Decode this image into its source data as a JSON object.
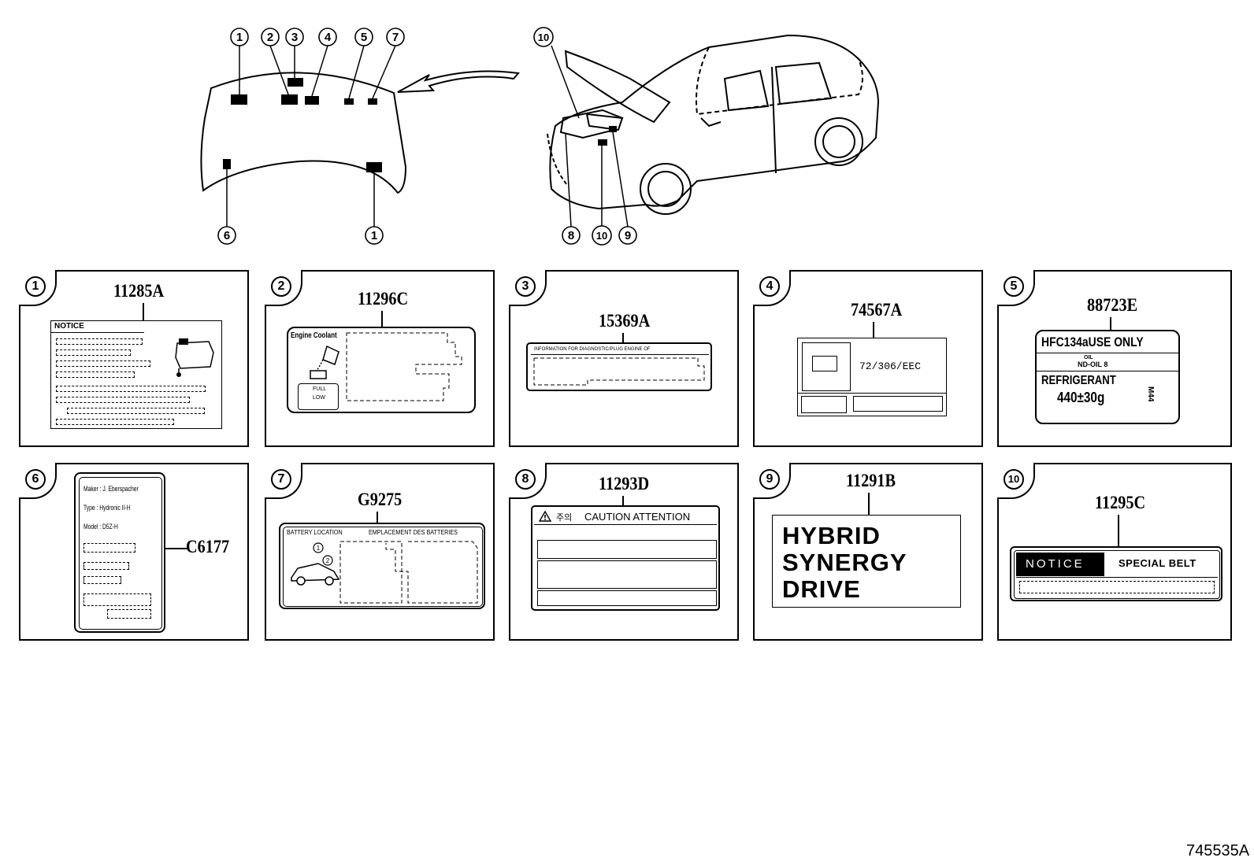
{
  "overview": {
    "hood_callouts_top": [
      "1",
      "2",
      "3",
      "4",
      "5",
      "7"
    ],
    "hood_callouts_bottom": [
      "6",
      "1"
    ],
    "car_callouts": [
      "10",
      "8",
      "10",
      "9"
    ]
  },
  "panels": [
    {
      "num": "1",
      "part": "11285A",
      "label_heading": "NOTICE"
    },
    {
      "num": "2",
      "part": "11296C",
      "label_heading": "Engine Coolant",
      "full": "FULL",
      "low": "LOW"
    },
    {
      "num": "3",
      "part": "15369A",
      "label_heading": "INFORMATION FOR DIAGNOSTIC/PLUG ENGINE OF"
    },
    {
      "num": "4",
      "part": "74567A",
      "label_text": "72/306/EEC"
    },
    {
      "num": "5",
      "part": "88723E",
      "line1": "HFC134aUSE ONLY",
      "line2a": "OIL",
      "line2b": "ND-OIL 8",
      "line3": "REFRIGERANT",
      "line4": "440±30g",
      "side": "M44"
    },
    {
      "num": "6",
      "part": "C6177",
      "maker": "Maker : J. Eberspacher",
      "type": "Type : Hydronic II-H",
      "model": "Model : D5Z-H"
    },
    {
      "num": "7",
      "part": "G9275",
      "label_heading_left": "BATTERY LOCATION",
      "label_heading_right": "EMPLACEMENT DES BATTERIES"
    },
    {
      "num": "8",
      "part": "11293D",
      "korean": "주의",
      "caution": "CAUTION ATTENTION"
    },
    {
      "num": "9",
      "part": "11291B",
      "line1": "HYBRID",
      "line2": "SYNERGY",
      "line3": "DRIVE"
    },
    {
      "num": "10",
      "part": "11295C",
      "notice": "NOTICE",
      "special": "SPECIAL BELT"
    }
  ],
  "figure_id": "745535A"
}
